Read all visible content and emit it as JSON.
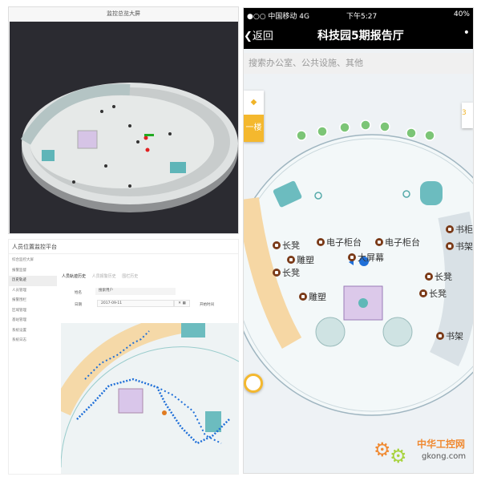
{
  "desktop_3d": {
    "title": "监控总览大屏"
  },
  "web_app": {
    "title": "人员位置监控平台",
    "sidebar": [
      "综合监控大屏",
      "报警监督",
      "历史轨迹",
      "人员管理",
      "报警围栏",
      "区域管理",
      "基站管理",
      "系统设置",
      "系统日志"
    ],
    "active_index": 2,
    "tabs": [
      "人员轨迹历史",
      "人员报警历史",
      "围栏历史"
    ],
    "name_label": "姓名",
    "name_value": "搜索用户",
    "date_label": "日期",
    "date_value": "2017-09-11",
    "start_time_label": "开始时间"
  },
  "phone": {
    "status": {
      "carrier": "●○○ 中国移动  4G",
      "time": "下午5:27",
      "battery": "40%"
    },
    "nav": {
      "back": "返回",
      "title": "科技园5期报告厅",
      "more": "•"
    },
    "search_placeholder": "搜索办公室、公共设施、其他",
    "floor": "一楼",
    "call_badge": "3",
    "labels": [
      "长凳",
      "电子柜台",
      "电子柜台",
      "雕塑",
      "大屏幕",
      "长凳",
      "长凳",
      "雕塑",
      "长凳",
      "书架",
      "书架",
      "书柜"
    ]
  },
  "watermark": {
    "cn": "中华工控网",
    "en": "gkong.com"
  }
}
